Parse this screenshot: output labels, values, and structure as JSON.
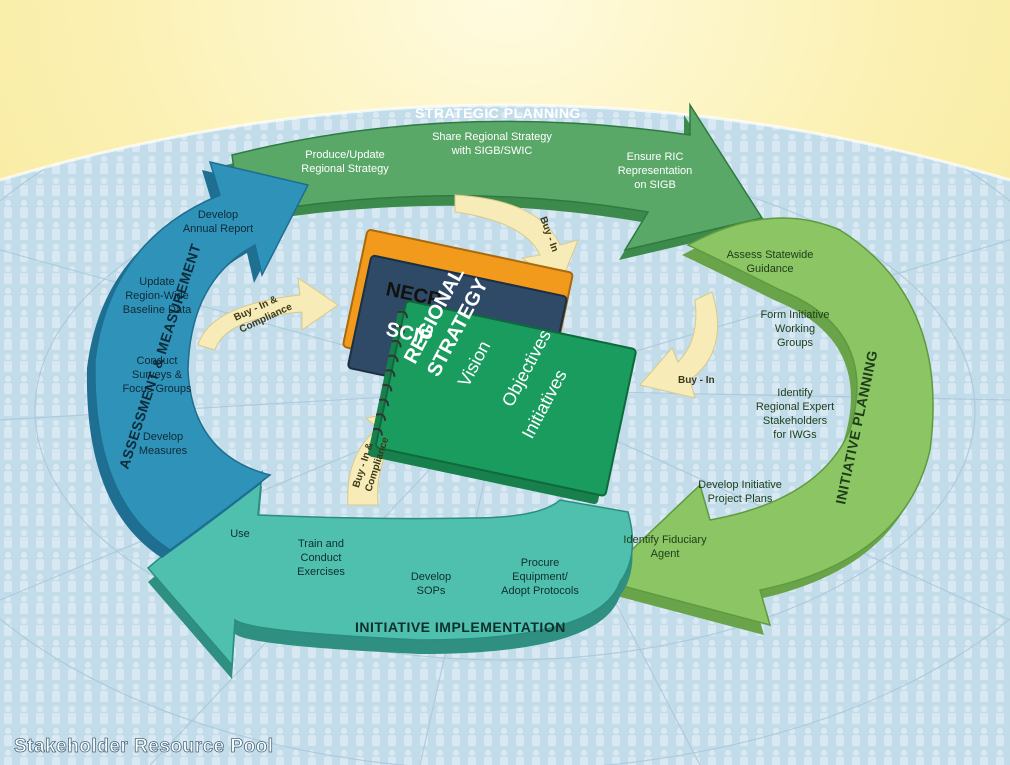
{
  "sections": {
    "strategic_planning": {
      "title": "STRATEGIC PLANNING",
      "items": [
        "Produce/Update Regional Strategy",
        "Share Regional Strategy with SIGB/SWIC",
        "Ensure RIC Representation on SIGB"
      ]
    },
    "initiative_planning": {
      "title": "INITIATIVE PLANNING",
      "items": [
        "Assess Statewide Guidance",
        "Form Initiative Working Groups",
        "Identify Regional Expert Stakeholders for IWGs",
        "Develop Initiative Project Plans",
        "Identify Fiduciary Agent"
      ]
    },
    "initiative_implementation": {
      "title": "INITIATIVE IMPLEMENTATION",
      "items": [
        "Use",
        "Train and Conduct Exercises",
        "Develop SOPs",
        "Procure Equipment/ Adopt Protocols"
      ]
    },
    "assessment_measurement": {
      "title": "ASSESSMENT & MEASUREMENT",
      "items": [
        "Develop Annual Report",
        "Update Region-Wide Baseline Data",
        "Conduct Surveys & Focus Groups",
        "Develop Measures"
      ]
    }
  },
  "connectors": {
    "top": "Buy - In",
    "right": "Buy - In",
    "left": "Buy - In & Compliance",
    "bottom": "Buy - In & Compliance"
  },
  "books": {
    "necp": "NECP",
    "scip": "SCIP",
    "regional_line1": "REGIONAL",
    "regional_line2": "STRATEGY",
    "vision": "Vision",
    "objectives": "Objectives",
    "initiatives": "Initiatives"
  },
  "footer": {
    "title": "Stakeholder Resource Pool"
  },
  "colors": {
    "strategic": "#5aa868",
    "initiative_planning": "#8cc563",
    "implementation": "#4fbfae",
    "assessment": "#2f93b9",
    "connector": "#f7ebb7",
    "necp": "#f29a1c",
    "scip": "#2e4a66",
    "regional": "#1a9c5f",
    "background": "#c2dbe9",
    "sky": "#fbf2b8"
  }
}
